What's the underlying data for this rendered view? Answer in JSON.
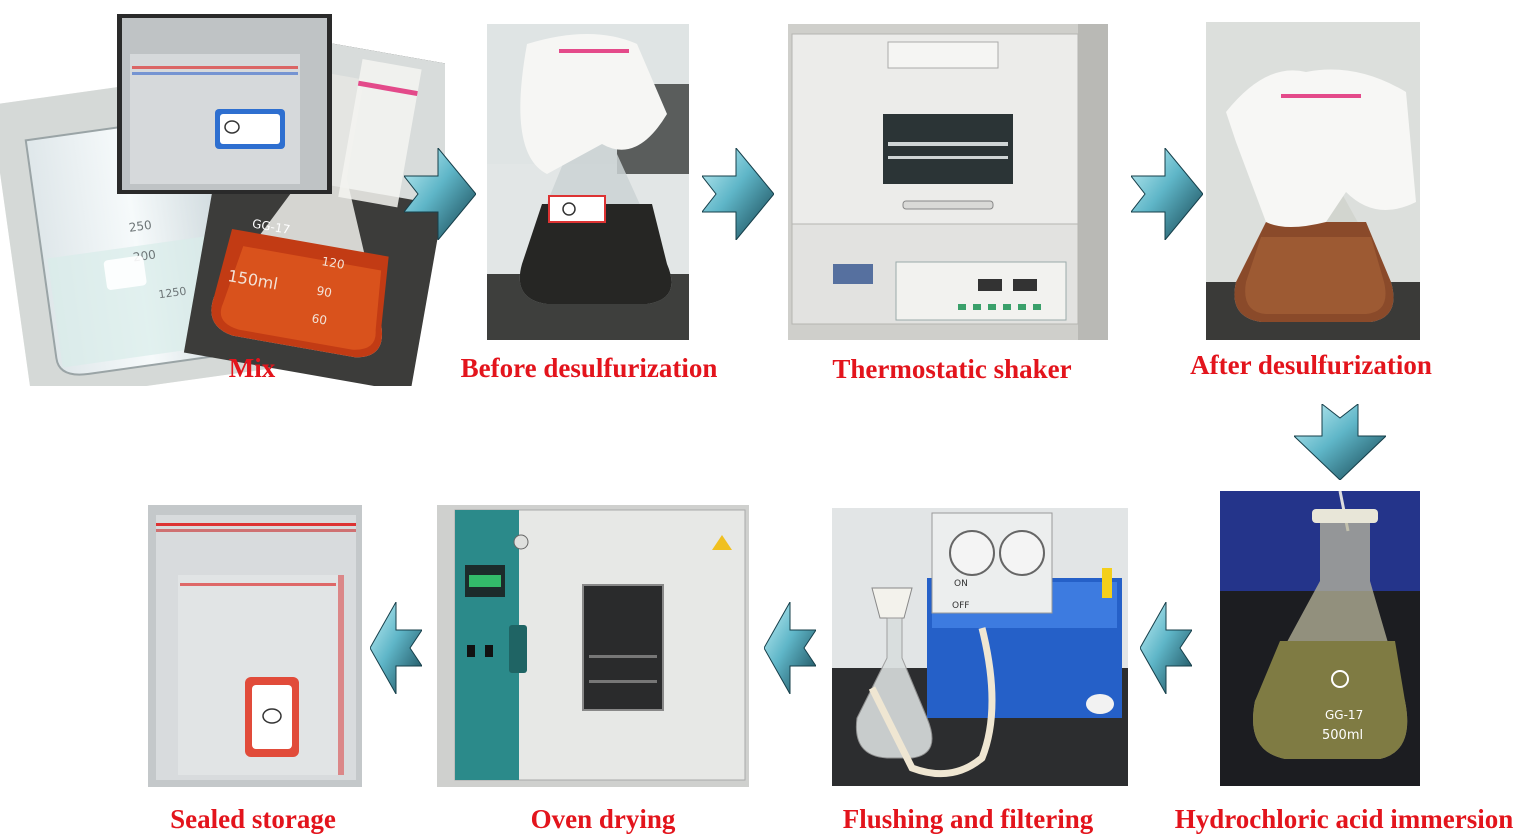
{
  "steps": [
    {
      "label": "Mix"
    },
    {
      "label": "Before desulfurization"
    },
    {
      "label": "Thermostatic shaker"
    },
    {
      "label": "After desulfurization"
    },
    {
      "label": "Hydrochloric acid immersion"
    },
    {
      "label": "Flushing and filtering"
    },
    {
      "label": "Oven drying"
    },
    {
      "label": "Sealed storage"
    }
  ],
  "photo_text": {
    "flask_gg17": "GG-17",
    "flask_500ml": "500ml",
    "beaker_150ml": "150ml",
    "tick_120": "120",
    "tick_90": "90",
    "tick_60": "60",
    "tick_250": "250",
    "tick_200": "200",
    "tick_1250": "1250",
    "pump_on": "ON",
    "pump_off": "OFF"
  },
  "colors": {
    "caption": "#e3141c",
    "arrow_light": "#9fe0ea",
    "arrow_dark": "#1c5a6a"
  }
}
